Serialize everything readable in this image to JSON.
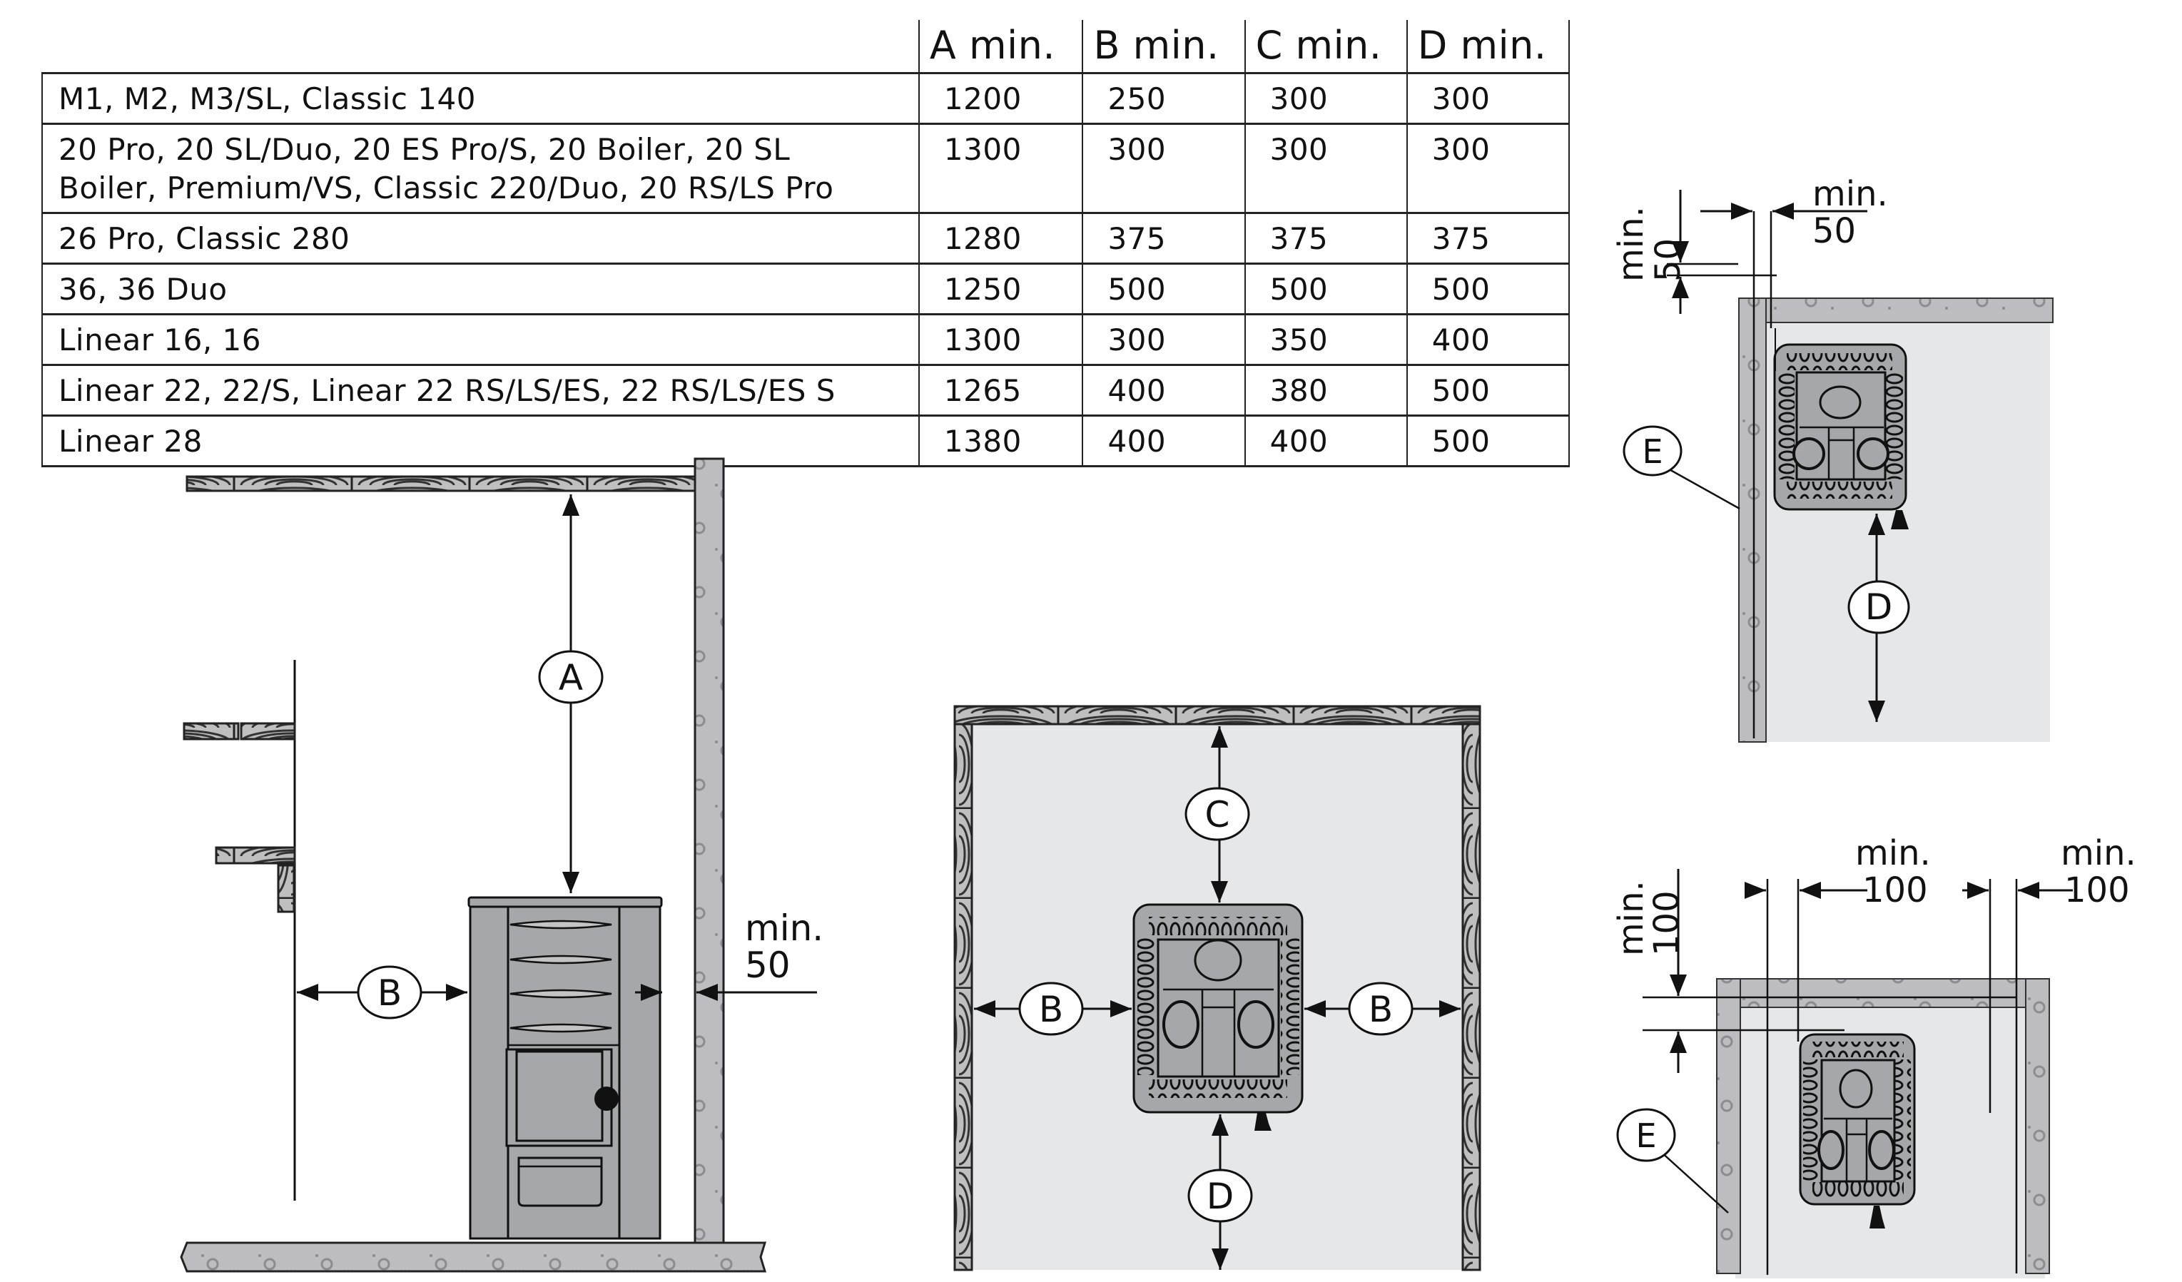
{
  "table": {
    "headers": [
      "",
      "A min.",
      "B min.",
      "C min.",
      "D min."
    ],
    "rows": [
      {
        "model": "M1, M2, M3/SL, Classic 140",
        "a": "1200",
        "b": "250",
        "c": "300",
        "d": "300"
      },
      {
        "model": "20 Pro, 20 SL/Duo, 20 ES Pro/S, 20 Boiler, 20 SL Boiler, Premium/VS, Classic 220/Duo, 20 RS/LS Pro",
        "a": "1300",
        "b": "300",
        "c": "300",
        "d": "300"
      },
      {
        "model": "26 Pro, Classic 280",
        "a": "1280",
        "b": "375",
        "c": "375",
        "d": "375"
      },
      {
        "model": "36, 36 Duo",
        "a": "1250",
        "b": "500",
        "c": "500",
        "d": "500"
      },
      {
        "model": "Linear 16, 16",
        "a": "1300",
        "b": "300",
        "c": "350",
        "d": "400"
      },
      {
        "model": "Linear 22, 22/S, Linear 22 RS/LS/ES, 22 RS/LS/ES S",
        "a": "1265",
        "b": "400",
        "c": "380",
        "d": "500"
      },
      {
        "model": "Linear 28",
        "a": "1380",
        "b": "400",
        "c": "400",
        "d": "500"
      }
    ]
  },
  "side_view": {
    "label_a": "A",
    "label_b": "B",
    "min_text": "min.",
    "min_value": "50"
  },
  "top_view": {
    "label_c": "C",
    "label_b_left": "B",
    "label_b_right": "B",
    "label_d": "D"
  },
  "corner_view_1": {
    "min_text_top": "min.",
    "min_value_top": "50",
    "min_text_side": "min.",
    "min_value_side": "50",
    "label_e": "E",
    "label_d": "D"
  },
  "corner_view_2": {
    "min_text_side": "min.",
    "min_value_side": "100",
    "min_text_left": "min.",
    "min_value_left": "100",
    "min_text_right": "min.",
    "min_value_right": "100",
    "label_e": "E"
  },
  "colors": {
    "stove": "#a6a7aa",
    "concrete": "#bdbdc1",
    "floor_area": "#e6e7e9",
    "line": "#111111"
  }
}
